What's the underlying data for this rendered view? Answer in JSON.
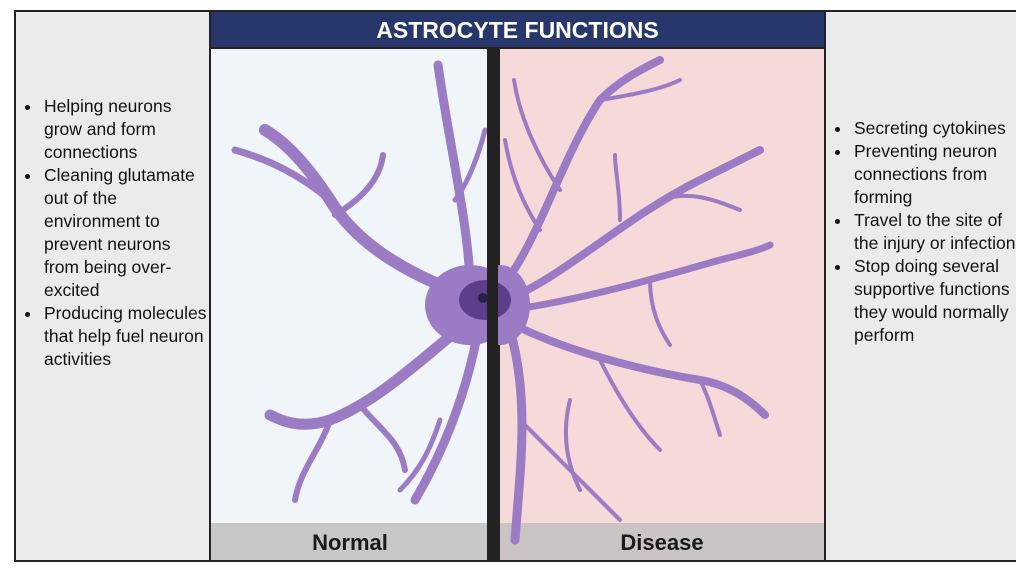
{
  "title": "ASTROCYTE FUNCTIONS",
  "panels": {
    "normal_label": "Normal",
    "disease_label": "Disease"
  },
  "normal_functions": [
    "Helping neurons grow and form connections",
    "Cleaning glutamate out of the environment to prevent neurons from being over-excited",
    "Producing molecules that help fuel neuron activities"
  ],
  "disease_functions": [
    "Secreting cytokines",
    "Preventing neuron connections from forming",
    "Travel to the site of the injury or infection",
    "Stop doing several supportive functions they would normally perform"
  ],
  "colors": {
    "title_bar": "#27366b",
    "normal_bg": "#f0f5fa",
    "disease_bg": "#f6d9d9",
    "cell": "#9b7bc4",
    "nucleus": "#5b3f8c"
  }
}
